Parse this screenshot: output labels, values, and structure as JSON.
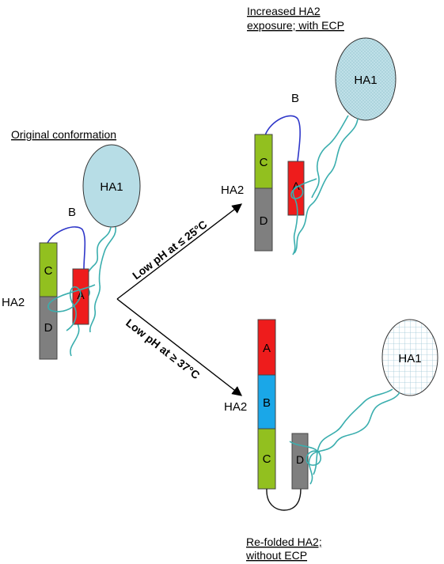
{
  "panels": {
    "original": {
      "title": "Original conformation",
      "ha1": "HA1",
      "ha2": "HA2",
      "loop": "B",
      "seg_c": "C",
      "seg_d": "D",
      "seg_a": "A"
    },
    "exposed": {
      "title_line1": "Increased HA2",
      "title_line2": "exposure; with ECP",
      "ha1": "HA1",
      "ha2": "HA2",
      "loop": "B",
      "seg_c": "C",
      "seg_d": "D",
      "seg_a": "A"
    },
    "refolded": {
      "title_line1": "Re-folded HA2;",
      "title_line2": "without ECP",
      "ha1": "HA1",
      "ha2": "HA2",
      "seg_a": "A",
      "seg_b": "B",
      "seg_c": "C",
      "seg_d": "D"
    }
  },
  "arrows": {
    "upper": "Low pH at ≤ 25°C",
    "lower": "Low pH at ≥ 37°C"
  },
  "colors": {
    "segment_a": "#ee1c1c",
    "segment_b": "#1aa7e8",
    "segment_c": "#92c01f",
    "segment_d": "#7f7f7f",
    "ha1_fill": "#b7dde6",
    "chain": "#3aaeae",
    "loop_blue": "#2f37c9",
    "loop_black": "#111111"
  }
}
